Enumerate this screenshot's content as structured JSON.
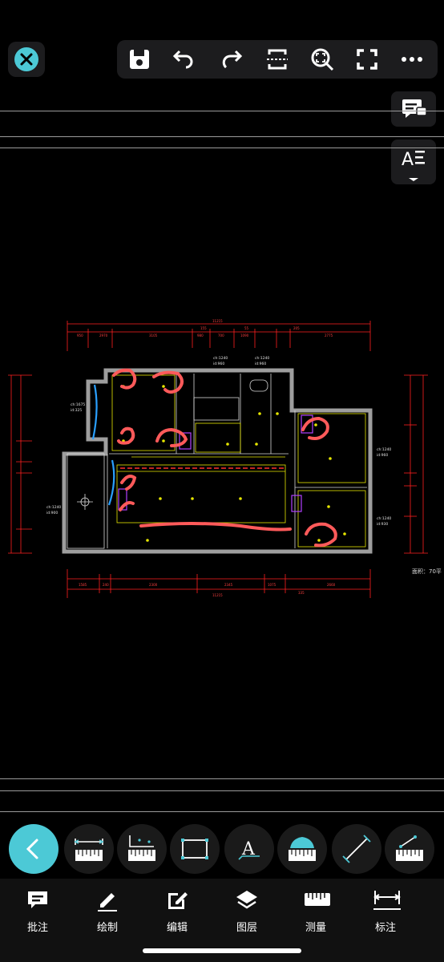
{
  "toolbar": {
    "close_icon": "close-icon",
    "icons": [
      "save-icon",
      "undo-icon",
      "redo-icon",
      "split-view-icon",
      "zoom-fit-icon",
      "fullscreen-icon",
      "more-icon"
    ]
  },
  "side": {
    "comments_icon": "comments-icon",
    "text_style_icon": "text-style-icon"
  },
  "drawing": {
    "scale_text": "面积：70平",
    "dims_top": [
      "11215",
      "155",
      "55",
      "205",
      "950",
      "2970",
      "3105",
      "980",
      "700",
      "1090",
      "2775"
    ],
    "dims_bottom": [
      "11215",
      "1585",
      "240",
      "2300",
      "2345",
      "1075",
      "2660",
      "335"
    ],
    "room_labels": [
      "ch:1240",
      "id:960",
      "ch:1240",
      "id:960",
      "ch:1675",
      "id:325",
      "ch:1240",
      "id:960",
      "ch:1240",
      "id:900",
      "ch:1240",
      "id:930"
    ]
  },
  "tools": [
    "dimension-ruler",
    "coordinate-ruler",
    "rectangle-tool",
    "text-tool",
    "area-tool",
    "length-measure",
    "slope-measure"
  ],
  "tabs": [
    {
      "label": "批注",
      "icon": "comment-icon"
    },
    {
      "label": "绘制",
      "icon": "pencil-icon"
    },
    {
      "label": "编辑",
      "icon": "edit-icon"
    },
    {
      "label": "图层",
      "icon": "layers-icon"
    },
    {
      "label": "测量",
      "icon": "ruler-icon"
    },
    {
      "label": "标注",
      "icon": "dimension-icon"
    }
  ],
  "colors": {
    "accent": "#4cc9d6",
    "cad_red": "#ff2020",
    "cad_yellow": "#e6e600",
    "annotation": "#ff5a5a",
    "wall": "#9e9e9e"
  }
}
